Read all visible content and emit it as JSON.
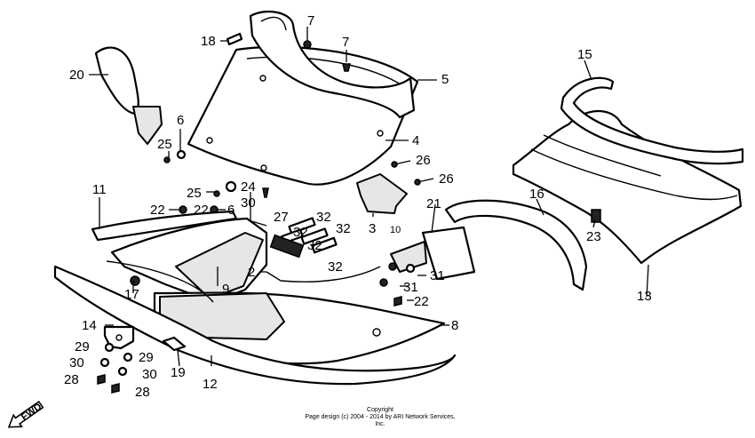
{
  "callouts": {
    "c2": "2",
    "c3": "3",
    "c4": "4",
    "c5": "5",
    "c6a": "6",
    "c6b": "6",
    "c7a": "7",
    "c7b": "7",
    "c8": "8",
    "c9": "9",
    "c10": "10",
    "c11": "11",
    "c12": "12",
    "c13": "13",
    "c14": "14",
    "c15": "15",
    "c16": "16",
    "c17": "17",
    "c18": "18",
    "c19": "19",
    "c20": "20",
    "c21": "21",
    "c22a": "22",
    "c22b": "22",
    "c22c": "22",
    "c23": "23",
    "c24": "24",
    "c25a": "25",
    "c25b": "25",
    "c26a": "26",
    "c26b": "26",
    "c27": "27",
    "c28a": "28",
    "c28b": "28",
    "c29a": "29",
    "c29b": "29",
    "c30a": "30",
    "c30b": "30",
    "c30c": "30",
    "c31a": "31",
    "c31b": "31",
    "c32a": "32",
    "c32b": "32",
    "c32c": "32",
    "c32d": "32",
    "c32e": "32"
  },
  "fwd_label": "FWD",
  "copyright": {
    "line1": "Copyright",
    "line2": "Page design (c) 2004 - 2014 by ARI Network Services, Inc."
  }
}
